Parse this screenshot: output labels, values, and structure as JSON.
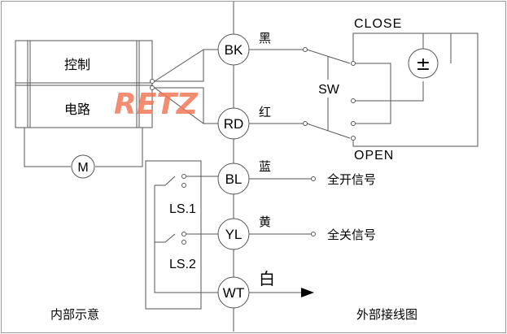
{
  "watermark": {
    "text": "RETZ",
    "color": "#f07a5a"
  },
  "colors": {
    "line": "#555555",
    "ink": "#000000"
  },
  "internal": {
    "box_line1": "控制",
    "box_line2": "电路",
    "motor": "M",
    "ls1": "LS.1",
    "ls2": "LS.2",
    "caption": "内部示意"
  },
  "terminals": [
    {
      "code": "BK",
      "color_label": "黑"
    },
    {
      "code": "RD",
      "color_label": "红"
    },
    {
      "code": "BL",
      "color_label": "蓝",
      "signal": "全开信号"
    },
    {
      "code": "YL",
      "color_label": "黄",
      "signal": "全关信号"
    },
    {
      "code": "WT",
      "color_label": "白"
    }
  ],
  "external": {
    "close": "CLOSE",
    "open": "OPEN",
    "switch": "SW",
    "power_symbol": "±",
    "caption": "外部接线图"
  }
}
